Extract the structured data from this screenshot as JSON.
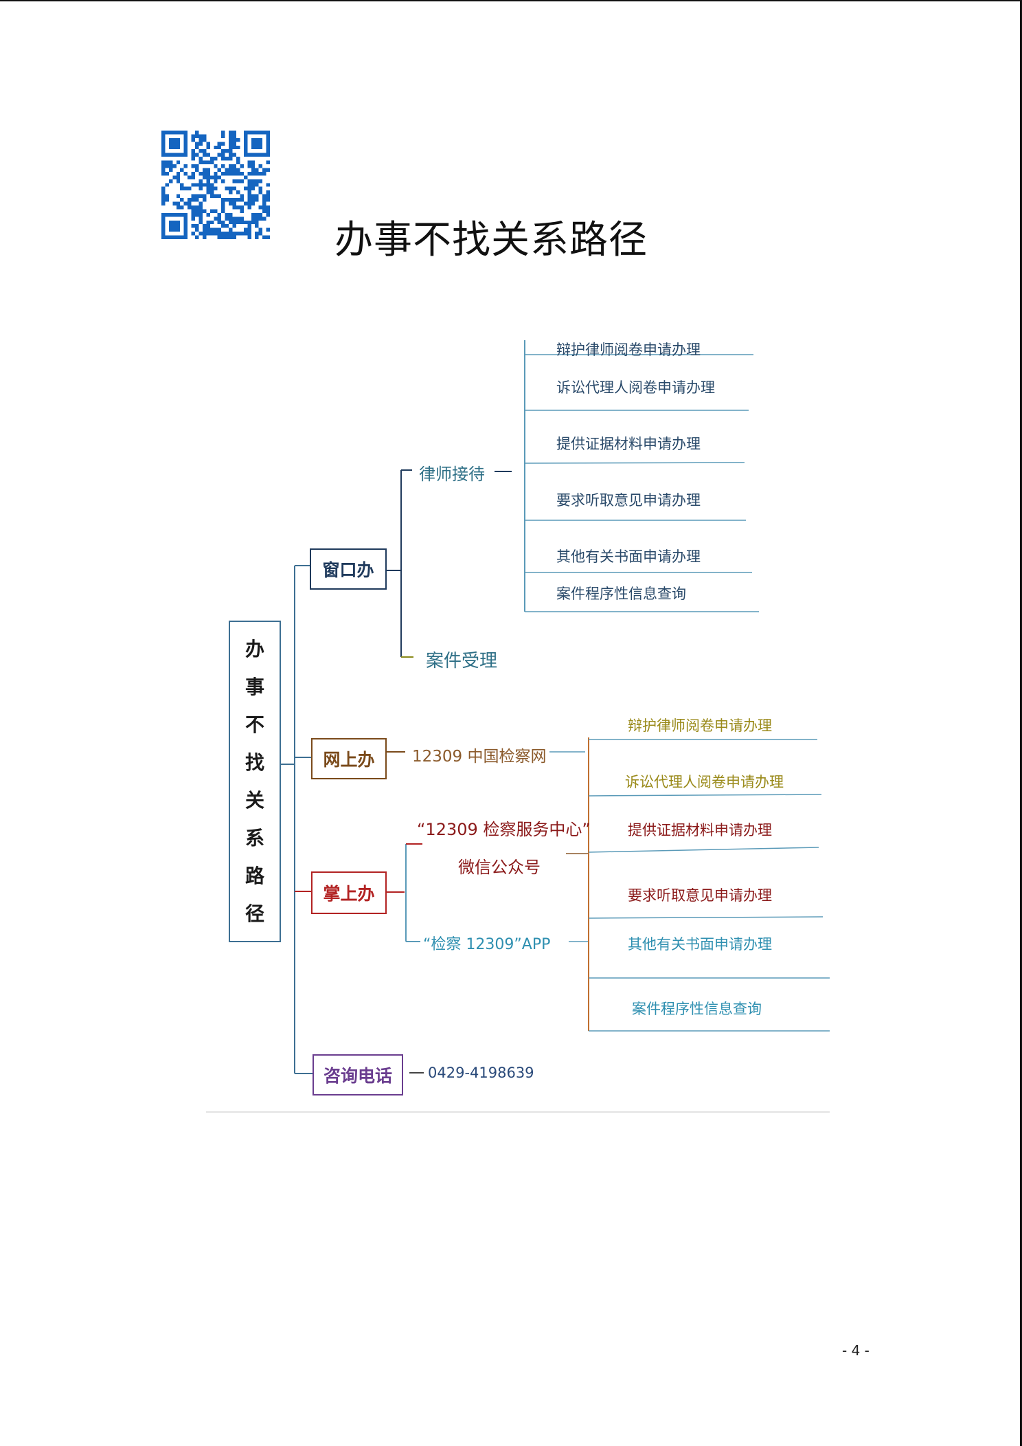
{
  "title": "办事不找关系路径",
  "root_chars": [
    "办",
    "事",
    "不",
    "找",
    "关",
    "系",
    "路",
    "径"
  ],
  "branches": {
    "window": {
      "label": "窗口办",
      "sub1": "律师接待",
      "sub2": "案件受理",
      "items": [
        "辩护律师阅卷申请办理",
        "诉讼代理人阅卷申请办理",
        "提供证据材料申请办理",
        "要求听取意见申请办理",
        "其他有关书面申请办理",
        "案件程序性信息查询"
      ]
    },
    "online": {
      "label": "网上办",
      "sub": "12309 中国检察网"
    },
    "mobile": {
      "label": "掌上办",
      "sub1_line1": "“12309 检察服务中心”",
      "sub1_line2": "微信公众号",
      "sub2": "“检察 12309”APP"
    },
    "shared_items": [
      "辩护律师阅卷申请办理",
      "诉讼代理人阅卷申请办理",
      "提供证据材料申请办理",
      "要求听取意见申请办理",
      "其他有关书面申请办理",
      "案件程序性信息查询"
    ],
    "phone": {
      "label": "咨询电话",
      "number": "0429-4198639"
    }
  },
  "page_number": "- 4 -",
  "colors": {
    "window": "#1f3a5c",
    "online": "#7a4a1a",
    "mobile": "#b22222",
    "phone": "#6a3d8f",
    "teal": "#2e6f86",
    "olive": "#9a8a1a",
    "qr": "#1565c0"
  }
}
